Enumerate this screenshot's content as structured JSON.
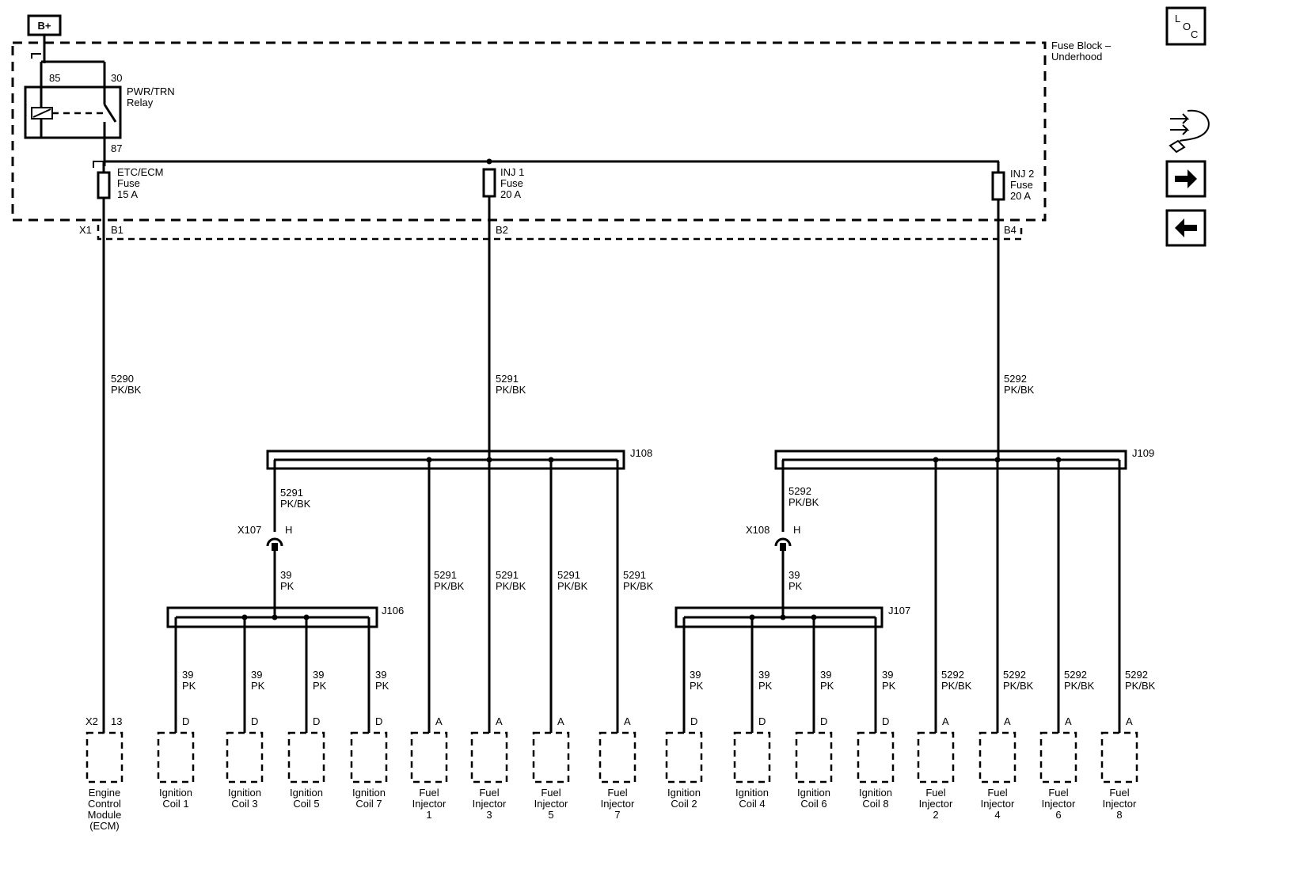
{
  "power": {
    "label": "B+"
  },
  "fuse_block": {
    "line1": "Fuse Block –",
    "line2": "Underhood"
  },
  "relay": {
    "line1": "PWR/TRN",
    "line2": "Relay",
    "pin85": "85",
    "pin30": "30",
    "pin87": "87"
  },
  "fuses": [
    {
      "l1": "ETC/ECM",
      "l2": "Fuse",
      "l3": "15 A",
      "pin": "B1"
    },
    {
      "l1": "INJ 1",
      "l2": "Fuse",
      "l3": "20 A",
      "pin": "B2"
    },
    {
      "l1": "INJ 2",
      "l2": "Fuse",
      "l3": "20 A",
      "pin": "B4"
    }
  ],
  "x1": "X1",
  "wires": {
    "w5290": {
      "c": "5290",
      "k": "PK/BK"
    },
    "w5291": {
      "c": "5291",
      "k": "PK/BK"
    },
    "w5292": {
      "c": "5292",
      "k": "PK/BK"
    },
    "w39": {
      "c": "39",
      "k": "PK"
    }
  },
  "splices": {
    "j108": "J108",
    "j109": "J109",
    "j106": "J106",
    "j107": "J107"
  },
  "inline": {
    "x107": "X107",
    "x108": "X108",
    "h": "H"
  },
  "ecm": {
    "conn": "X2",
    "pin": "13",
    "l1": "Engine",
    "l2": "Control",
    "l3": "Module",
    "l4": "(ECM)"
  },
  "pins": {
    "d": "D",
    "a": "A"
  },
  "components": [
    {
      "l1": "Ignition",
      "l2": "Coil 1"
    },
    {
      "l1": "Ignition",
      "l2": "Coil 3"
    },
    {
      "l1": "Ignition",
      "l2": "Coil 5"
    },
    {
      "l1": "Ignition",
      "l2": "Coil 7"
    },
    {
      "l1": "Fuel",
      "l2": "Injector",
      "l3": "1"
    },
    {
      "l1": "Fuel",
      "l2": "Injector",
      "l3": "3"
    },
    {
      "l1": "Fuel",
      "l2": "Injector",
      "l3": "5"
    },
    {
      "l1": "Fuel",
      "l2": "Injector",
      "l3": "7"
    },
    {
      "l1": "Ignition",
      "l2": "Coil 2"
    },
    {
      "l1": "Ignition",
      "l2": "Coil 4"
    },
    {
      "l1": "Ignition",
      "l2": "Coil 6"
    },
    {
      "l1": "Ignition",
      "l2": "Coil 8"
    },
    {
      "l1": "Fuel",
      "l2": "Injector",
      "l3": "2"
    },
    {
      "l1": "Fuel",
      "l2": "Injector",
      "l3": "4"
    },
    {
      "l1": "Fuel",
      "l2": "Injector",
      "l3": "6"
    },
    {
      "l1": "Fuel",
      "l2": "Injector",
      "l3": "8"
    }
  ],
  "nav": {
    "loc_l": "L",
    "loc_o": "O",
    "loc_c": "C",
    "connector_icon": "connector-views-icon",
    "next_icon": "arrow-right-icon",
    "prev_icon": "arrow-left-icon"
  }
}
